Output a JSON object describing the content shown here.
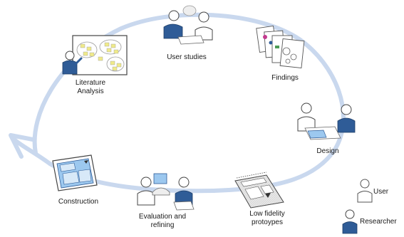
{
  "diagram": {
    "stages": [
      {
        "id": "literature",
        "label_lines": [
          "Literature",
          "Analysis"
        ],
        "icon": "whiteboard-presenter-icon"
      },
      {
        "id": "user-studies",
        "label_lines": [
          "User studies"
        ],
        "icon": "user-interview-icon"
      },
      {
        "id": "findings",
        "label_lines": [
          "Findings"
        ],
        "icon": "findings-documents-icon"
      },
      {
        "id": "design",
        "label_lines": [
          "Design"
        ],
        "icon": "design-session-icon"
      },
      {
        "id": "low-fidelity",
        "label_lines": [
          "Low fidelity",
          "protoypes"
        ],
        "icon": "paper-prototype-icon"
      },
      {
        "id": "evaluation",
        "label_lines": [
          "Evaluation and",
          "refining"
        ],
        "icon": "evaluation-session-icon"
      },
      {
        "id": "construction",
        "label_lines": [
          "Construction"
        ],
        "icon": "screen-mockup-icon"
      }
    ],
    "legend": [
      {
        "id": "user",
        "label": "User",
        "icon": "user-figure-icon"
      },
      {
        "id": "researcher",
        "label": "Researcher",
        "icon": "researcher-figure-icon"
      }
    ],
    "colors": {
      "cycle": "#c9d8ee",
      "researcher": "#2f5c97",
      "user_outline": "#555555",
      "note_yellow": "#f0ea8a",
      "screen_blue": "#9cc8ef"
    }
  }
}
